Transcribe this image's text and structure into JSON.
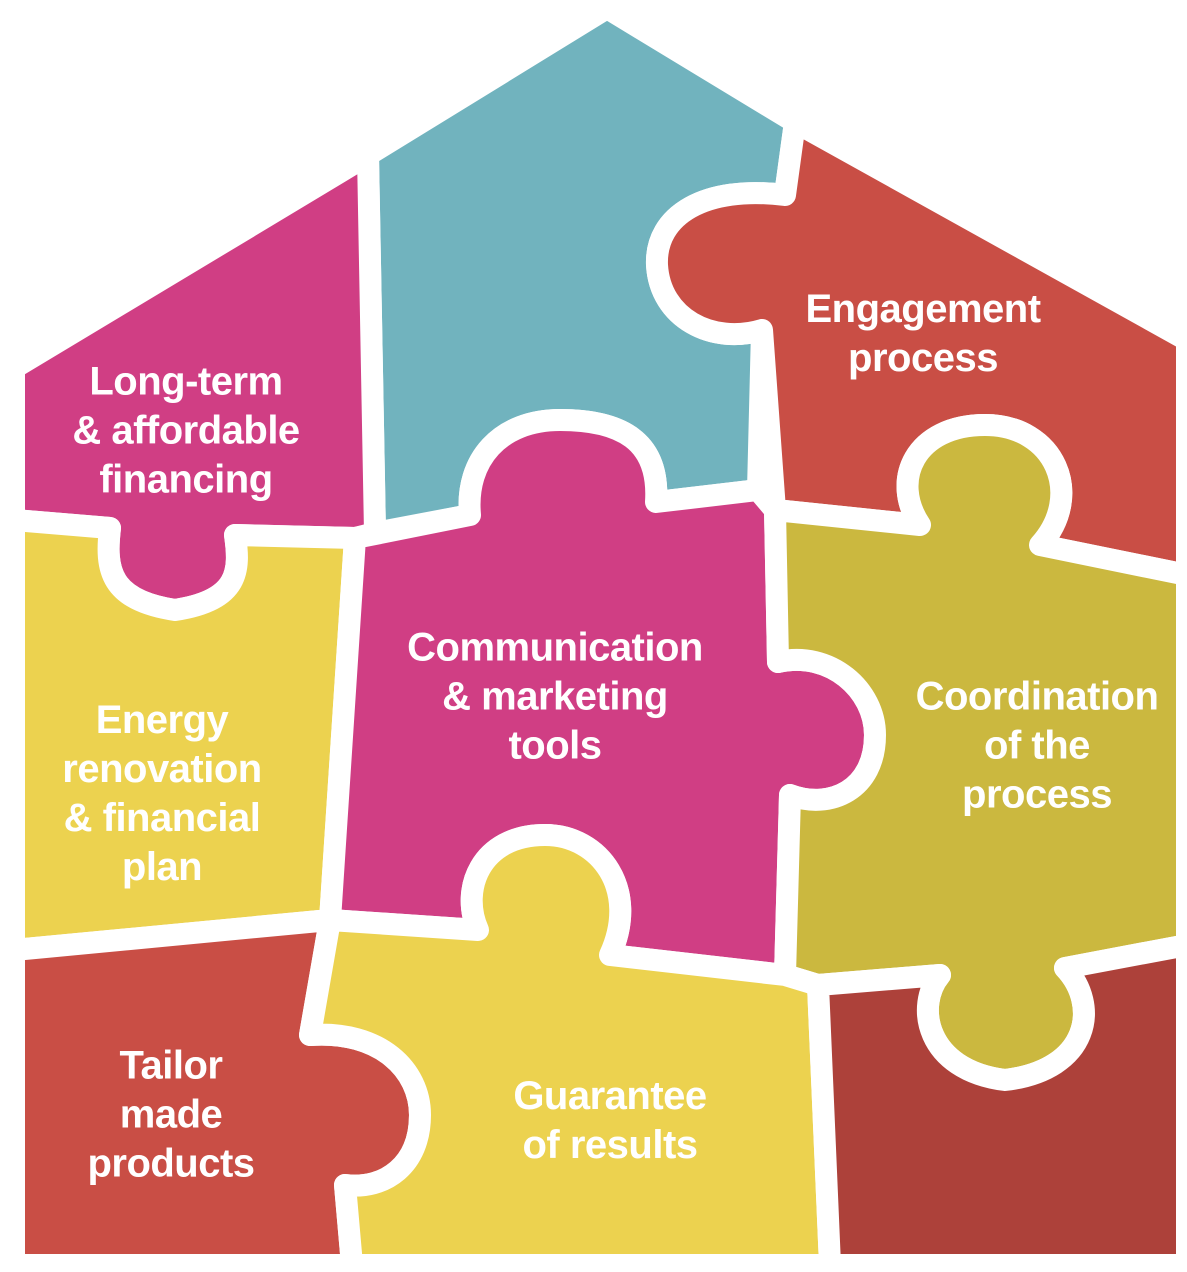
{
  "colors": {
    "teal": "#71B3BE",
    "red": "#C94E45",
    "dark_red": "#AD413A",
    "magenta": "#D03E84",
    "yellow": "#ECD24F",
    "olive": "#CBB83F",
    "separator": "#FFFFFF"
  },
  "pieces": {
    "financing": {
      "lines": [
        "Long-term",
        "& affordable",
        "financing"
      ]
    },
    "top": {
      "lines": []
    },
    "engagement": {
      "lines": [
        "Engagement",
        "process"
      ]
    },
    "energy": {
      "lines": [
        "Energy",
        "renovation",
        "& financial",
        "plan"
      ]
    },
    "communication": {
      "lines": [
        "Communication",
        "& marketing",
        "tools"
      ]
    },
    "coordination": {
      "lines": [
        "Coordination",
        "of the",
        "process"
      ]
    },
    "tailor": {
      "lines": [
        "Tailor",
        "made",
        "products"
      ]
    },
    "guarantee": {
      "lines": [
        "Guarantee",
        "of results"
      ]
    },
    "corner": {
      "lines": []
    }
  }
}
